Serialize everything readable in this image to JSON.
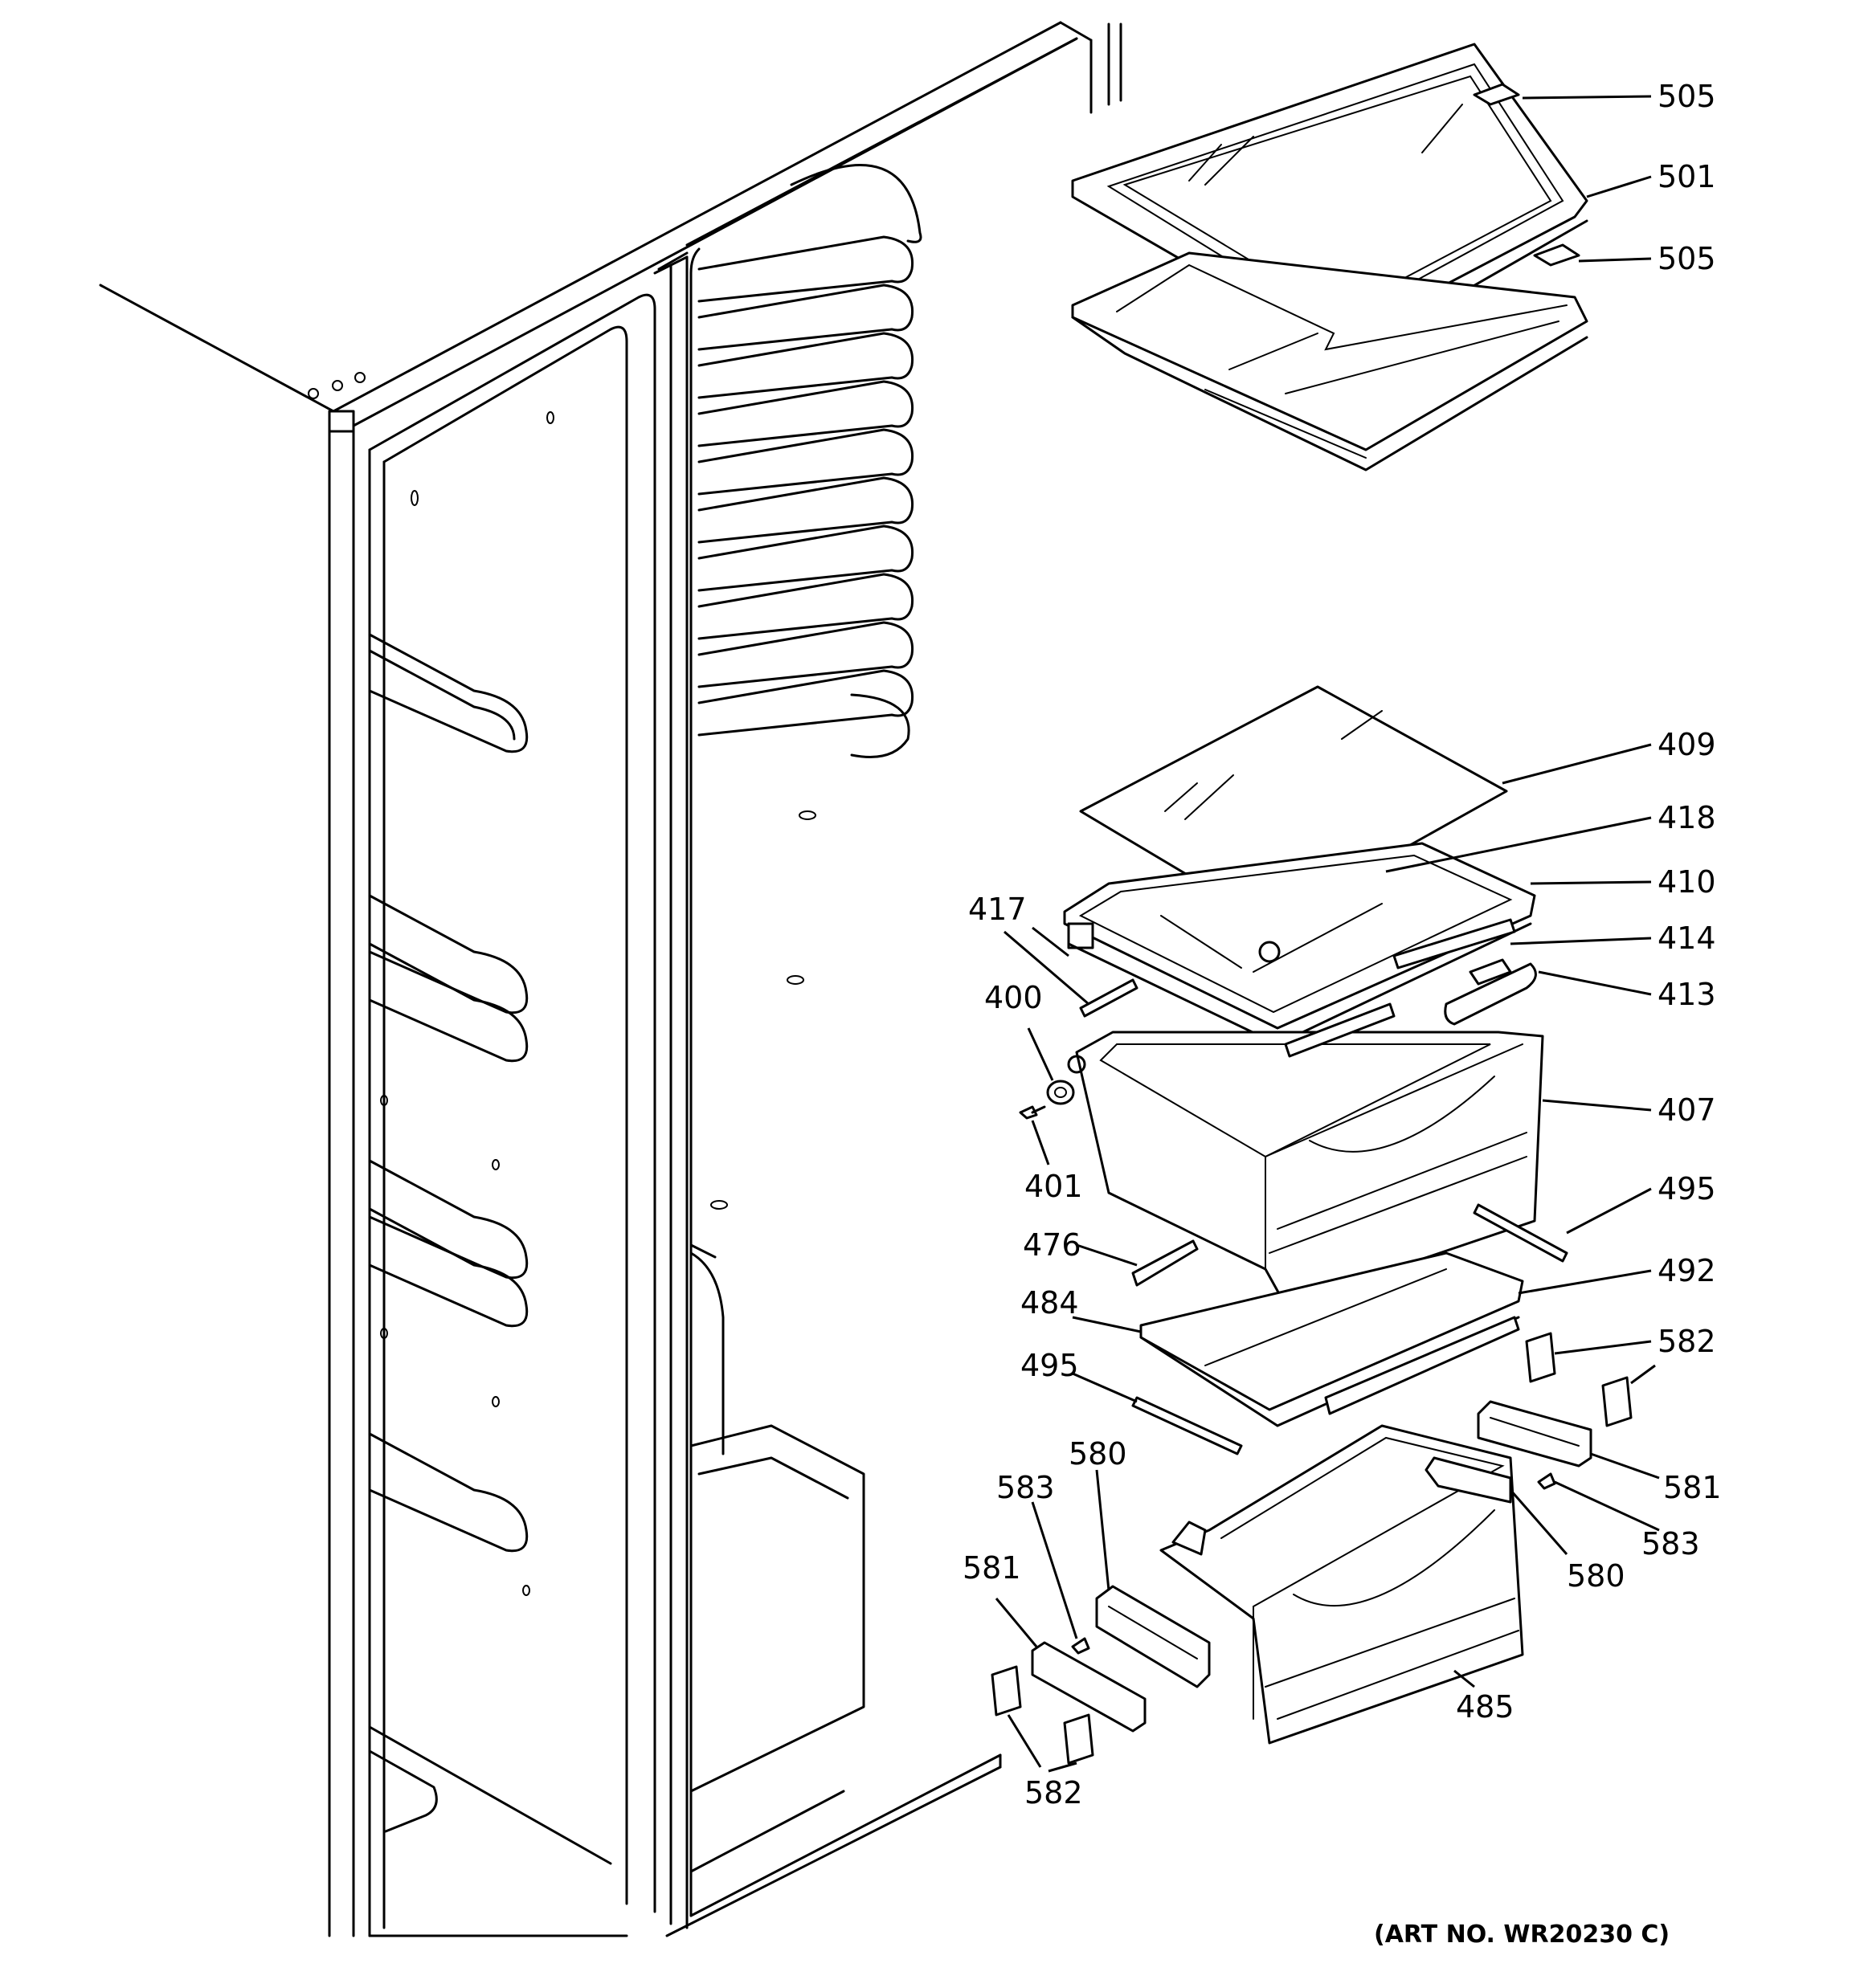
{
  "art_number": "(ART NO. WR20230 C)",
  "parts": [
    {
      "id": "p505a",
      "label": "505"
    },
    {
      "id": "p501",
      "label": "501"
    },
    {
      "id": "p505b",
      "label": "505"
    },
    {
      "id": "p409",
      "label": "409"
    },
    {
      "id": "p418",
      "label": "418"
    },
    {
      "id": "p410",
      "label": "410"
    },
    {
      "id": "p417",
      "label": "417"
    },
    {
      "id": "p414",
      "label": "414"
    },
    {
      "id": "p400",
      "label": "400"
    },
    {
      "id": "p413",
      "label": "413"
    },
    {
      "id": "p407",
      "label": "407"
    },
    {
      "id": "p401",
      "label": "401"
    },
    {
      "id": "p495a",
      "label": "495"
    },
    {
      "id": "p476",
      "label": "476"
    },
    {
      "id": "p492",
      "label": "492"
    },
    {
      "id": "p484",
      "label": "484"
    },
    {
      "id": "p582a",
      "label": "582"
    },
    {
      "id": "p495b",
      "label": "495"
    },
    {
      "id": "p580a",
      "label": "580"
    },
    {
      "id": "p581a",
      "label": "581"
    },
    {
      "id": "p583a",
      "label": "583"
    },
    {
      "id": "p583b",
      "label": "583"
    },
    {
      "id": "p580b",
      "label": "580"
    },
    {
      "id": "p581b",
      "label": "581"
    },
    {
      "id": "p485",
      "label": "485"
    },
    {
      "id": "p582b",
      "label": "582"
    }
  ]
}
